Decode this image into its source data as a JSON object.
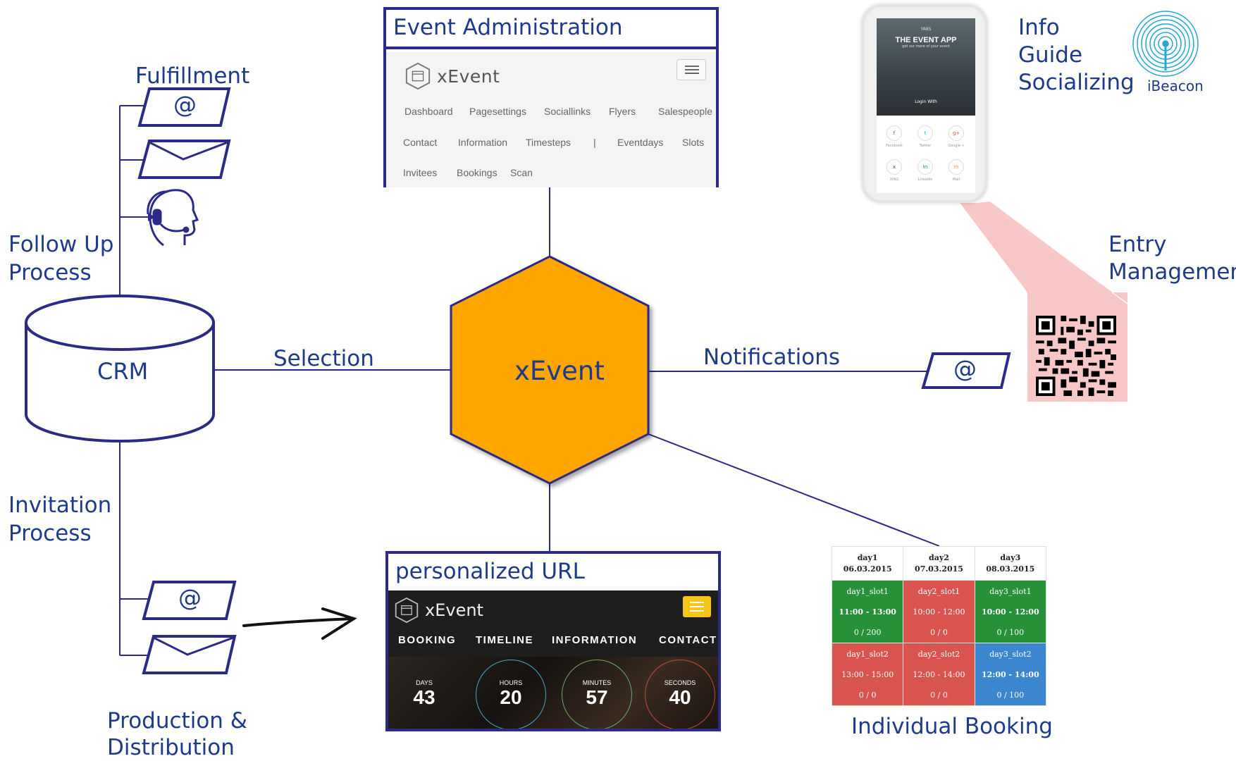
{
  "central": {
    "label": "xEvent"
  },
  "crm": {
    "label": "CRM"
  },
  "labels": {
    "fulfillment": "Fulfillment",
    "follow_up": [
      "Follow Up",
      "Process"
    ],
    "invitation": [
      "Invitation",
      "Process"
    ],
    "production": [
      "Production &",
      "Distribution"
    ],
    "selection": "Selection",
    "notifications": "Notifications",
    "info": [
      "Info",
      "Guide",
      "Socializing"
    ],
    "entry": [
      "Entry",
      "Management"
    ],
    "individual_booking": "Individual Booking",
    "ibeacon": "iBeacon",
    "at_symbol": "@"
  },
  "admin": {
    "title": "Event Administration",
    "brand": "xEvent",
    "nav_row1": [
      "Dashboard",
      "Pagesettings",
      "Sociallinks",
      "Flyers",
      "Salespeople"
    ],
    "nav_row2": [
      "Contact",
      "Information",
      "Timesteps",
      "|",
      "Eventdays",
      "Slots"
    ],
    "nav_row3": [
      "Invitees",
      "Bookings",
      "Scan"
    ]
  },
  "purl": {
    "title": "personalized URL",
    "brand": "xEvent",
    "nav": [
      "BOOKING",
      "TIMELINE",
      "INFORMATION",
      "CONTACT"
    ],
    "countdown": [
      {
        "unit": "DAYS",
        "value": "43"
      },
      {
        "unit": "HOURS",
        "value": "20"
      },
      {
        "unit": "MINUTES",
        "value": "57"
      },
      {
        "unit": "SECONDS",
        "value": "40"
      }
    ]
  },
  "booking": {
    "days": [
      {
        "day": "day1",
        "date": "06.03.2015"
      },
      {
        "day": "day2",
        "date": "07.03.2015"
      },
      {
        "day": "day3",
        "date": "08.03.2015"
      }
    ],
    "rows": [
      [
        {
          "slot": "day1_slot1",
          "time": "11:00 - 13:00",
          "count": "0 / 200",
          "status": "green"
        },
        {
          "slot": "day2_slot1",
          "time": "10:00 - 12:00",
          "count": "0 / 0",
          "status": "red"
        },
        {
          "slot": "day3_slot1",
          "time": "10:00 - 12:00",
          "count": "0 / 100",
          "status": "green"
        }
      ],
      [
        {
          "slot": "day1_slot2",
          "time": "13:00 - 15:00",
          "count": "0 / 0",
          "status": "red"
        },
        {
          "slot": "day2_slot2",
          "time": "12:00 - 14:00",
          "count": "0 / 0",
          "status": "red"
        },
        {
          "slot": "day3_slot2",
          "time": "12:00 - 14:00",
          "count": "0 / 100",
          "status": "blue"
        }
      ]
    ]
  },
  "phone": {
    "top": "YABS",
    "app_title": "THE EVENT APP",
    "subtitle": "get our more of your event",
    "login": "Login With",
    "social": [
      "Facebook",
      "Twitter",
      "Google +",
      "XING",
      "LinkedIn",
      "Mail"
    ],
    "social_glyphs": [
      "f",
      "t",
      "g+",
      "x",
      "in",
      "m"
    ]
  },
  "colors": {
    "navy": "#2b2a86",
    "text": "#1f3a8a",
    "hex_fill": "#ffa500",
    "green": "#27913a",
    "red": "#d9534f",
    "blue": "#3b86cf",
    "pink": "#f8c8c8"
  }
}
